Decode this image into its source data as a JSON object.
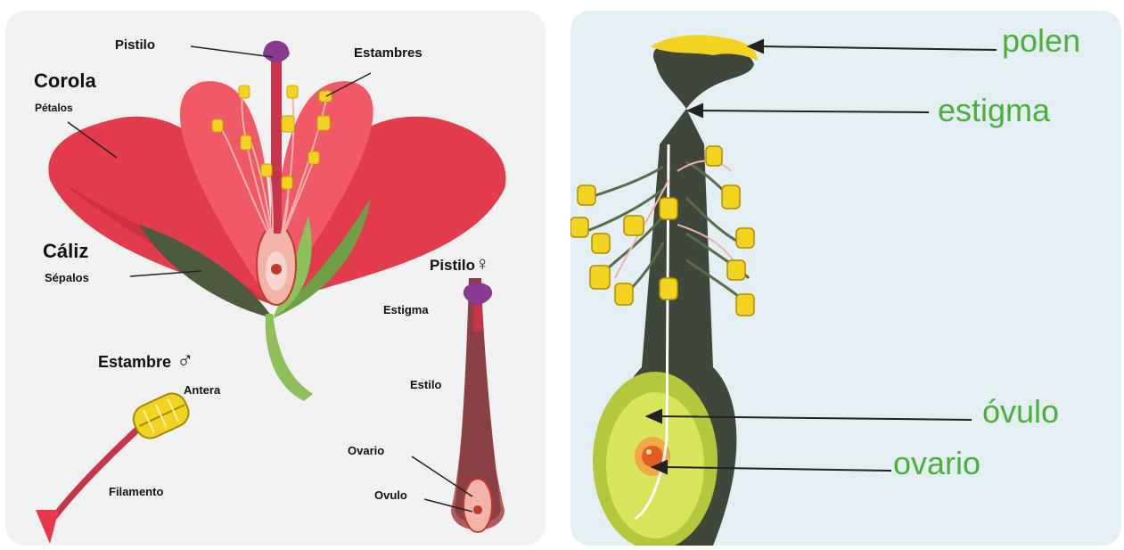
{
  "left": {
    "labels": {
      "pistilo": "Pistilo",
      "estambres": "Estambres",
      "corola": "Corola",
      "petalos": "Pétalos",
      "caliz": "Cáliz",
      "sepalos": "Sépalos",
      "pistilo_female": "Pistilo",
      "estigma": "Estigma",
      "estilo": "Estilo",
      "ovario": "Ovario",
      "ovulo": "Ovulo",
      "estambre_male": "Estambre",
      "antera": "Antera",
      "filamento": "Filamento"
    },
    "symbols": {
      "female": "♀",
      "male": "♂"
    },
    "colors": {
      "petal": "#e8364a",
      "stem": "#8fbf5a",
      "anther": "#f3d321",
      "pistil_top": "#8a3a8e"
    }
  },
  "right": {
    "labels": {
      "polen": "polen",
      "estigma": "estigma",
      "ovulo": "óvulo",
      "ovario": "ovario"
    },
    "colors": {
      "label": "#4caf3a",
      "body": "#3f463a",
      "ovary": "#d8e45a",
      "pollen": "#f3d321"
    }
  }
}
